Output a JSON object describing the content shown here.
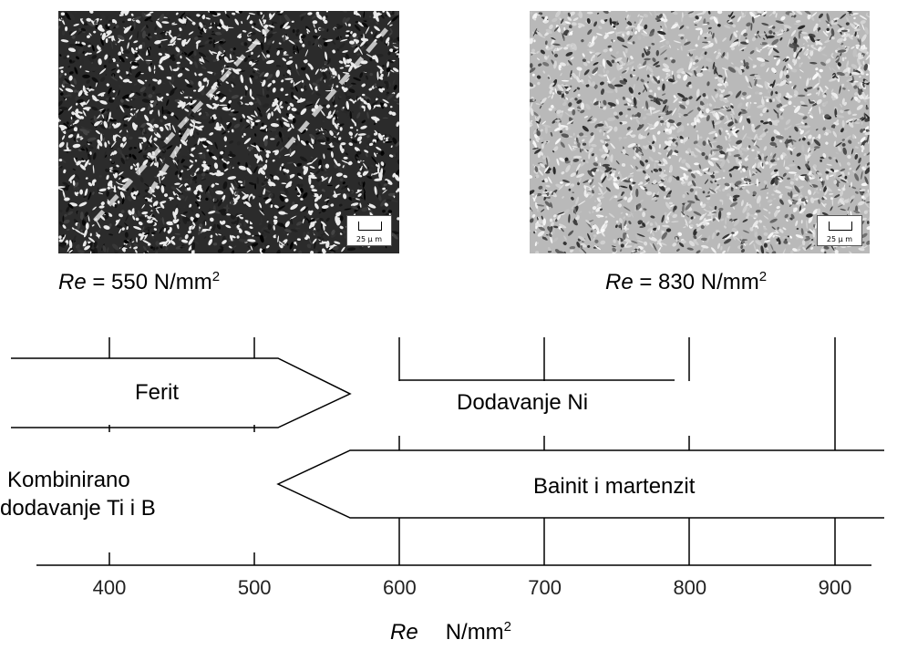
{
  "micrographs": [
    {
      "re_label": "Re",
      "re_text": "= 550 N/mm",
      "re_sup": "2",
      "scale_label": "25 μ m",
      "tone": "dark"
    },
    {
      "re_label": "Re",
      "re_text": "= 830 N/mm",
      "re_sup": "2",
      "scale_label": "25 μ m",
      "tone": "light"
    }
  ],
  "diagram": {
    "ferit_label": "Ferit",
    "ni_label": "Dodavanje Ni",
    "tib_label_line1": "Kombinirano",
    "tib_label_line2": "dodavanje Ti i B",
    "bainit_label": "Bainit i martenzit",
    "axis": {
      "ticks": [
        "400",
        "500",
        "600",
        "700",
        "800",
        "900"
      ],
      "tick_values": [
        400,
        500,
        600,
        700,
        800,
        900
      ],
      "title_var": "Re",
      "title_unit": "N/mm",
      "title_sup": "2"
    }
  }
}
